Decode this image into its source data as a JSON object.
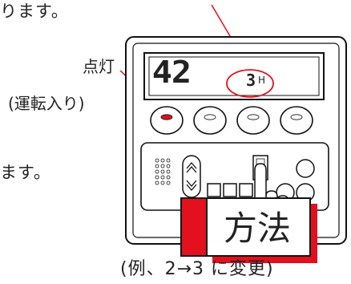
{
  "texts": {
    "top": "ります。",
    "masu": "ます。",
    "label_lit": "点灯",
    "label_running": "(運転入り)",
    "method": "方法",
    "caption": "(例、2→3 に変更)"
  },
  "display": {
    "number": "42",
    "hours_value": "3",
    "hours_unit": "H"
  },
  "colors": {
    "accent_red": "#e3101e",
    "lamp_on": "#e3101e",
    "outline": "#111111"
  },
  "icons": {
    "pointing_hand": "pointing-hand-icon",
    "up_down": "up-down-arrows-icon",
    "speaker_grid": "speaker-grid-icon"
  }
}
